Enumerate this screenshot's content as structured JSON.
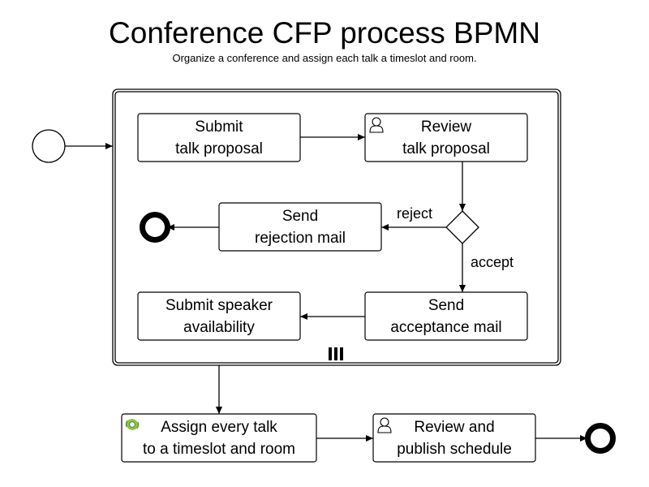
{
  "title": "Conference CFP process BPMN",
  "subtitle": "Organize a conference and assign each talk a timeslot and room.",
  "tasks": {
    "submit_proposal": {
      "line1": "Submit",
      "line2": "talk proposal"
    },
    "review_proposal": {
      "line1": "Review",
      "line2": "talk proposal",
      "icon": "user-icon"
    },
    "send_rejection": {
      "line1": "Send",
      "line2": "rejection mail"
    },
    "send_acceptance": {
      "line1": "Send",
      "line2": "acceptance mail"
    },
    "submit_availability": {
      "line1": "Submit speaker",
      "line2": "availability"
    },
    "assign_talks": {
      "line1": "Assign every talk",
      "line2": "to a timeslot and room",
      "icon": "service-gear-icon"
    },
    "publish_schedule": {
      "line1": "Review and",
      "line2": "publish schedule",
      "icon": "user-icon"
    }
  },
  "flows": {
    "reject": "reject",
    "accept": "accept"
  },
  "subprocess": {
    "marker": "parallel-multi-instance-icon"
  },
  "gateway": {
    "type": "exclusive"
  },
  "events": {
    "start": "start-event",
    "end_inner": "end-event",
    "end_outer": "end-event"
  },
  "colors": {
    "stroke": "#000000",
    "service_icon": "#4caf50"
  }
}
